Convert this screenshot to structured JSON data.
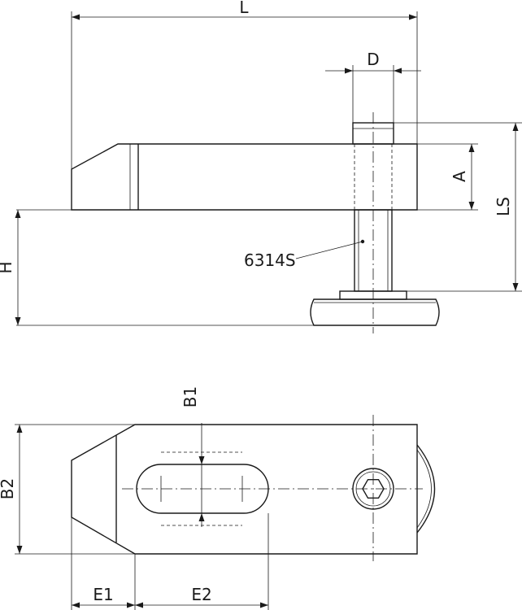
{
  "labels": {
    "L": "L",
    "D": "D",
    "A": "A",
    "LS": "LS",
    "H": "H",
    "part": "6314S",
    "B1": "B1",
    "B2": "B2",
    "E1": "E1",
    "E2": "E2"
  }
}
